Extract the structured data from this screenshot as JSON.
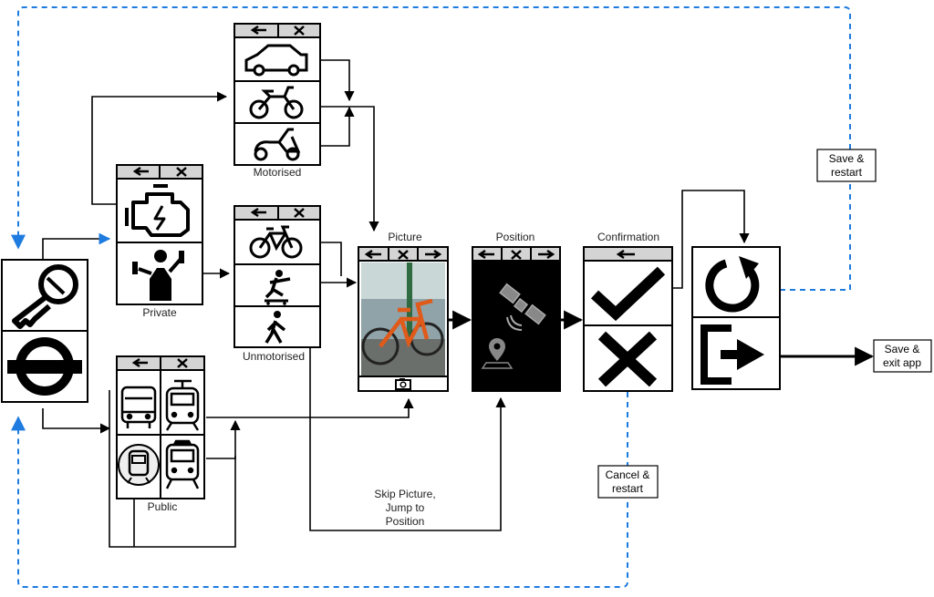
{
  "labels": {
    "motorised": "Motorised",
    "private": "Private",
    "unmotorised": "Unmotorised",
    "public": "Public",
    "picture": "Picture",
    "position": "Position",
    "confirmation": "Confirmation"
  },
  "notes": {
    "save_restart": [
      "Save &",
      "restart"
    ],
    "save_exit": [
      "Save &",
      "exit app"
    ],
    "cancel_restart": [
      "Cancel &",
      "restart"
    ],
    "skip_picture": [
      "Skip Picture,",
      "Jump to",
      "Position"
    ]
  },
  "icons": [
    "key-icon",
    "underground-roundel-icon",
    "engine-icon",
    "weightlifter-icon",
    "car-icon",
    "motorcycle-icon",
    "scooter-icon",
    "bicycle-icon",
    "skateboarder-icon",
    "pedestrian-icon",
    "bus-icon",
    "tram-icon",
    "metro-icon",
    "train-icon",
    "camera-icon",
    "satellite-icon",
    "location-pin-icon",
    "checkmark-icon",
    "cross-icon",
    "restart-icon",
    "exit-icon",
    "back-arrow-icon",
    "close-icon",
    "forward-arrow-icon"
  ],
  "colors": {
    "accent": "#1e7be0",
    "line": "#000000",
    "header": "#d4d4d4"
  }
}
